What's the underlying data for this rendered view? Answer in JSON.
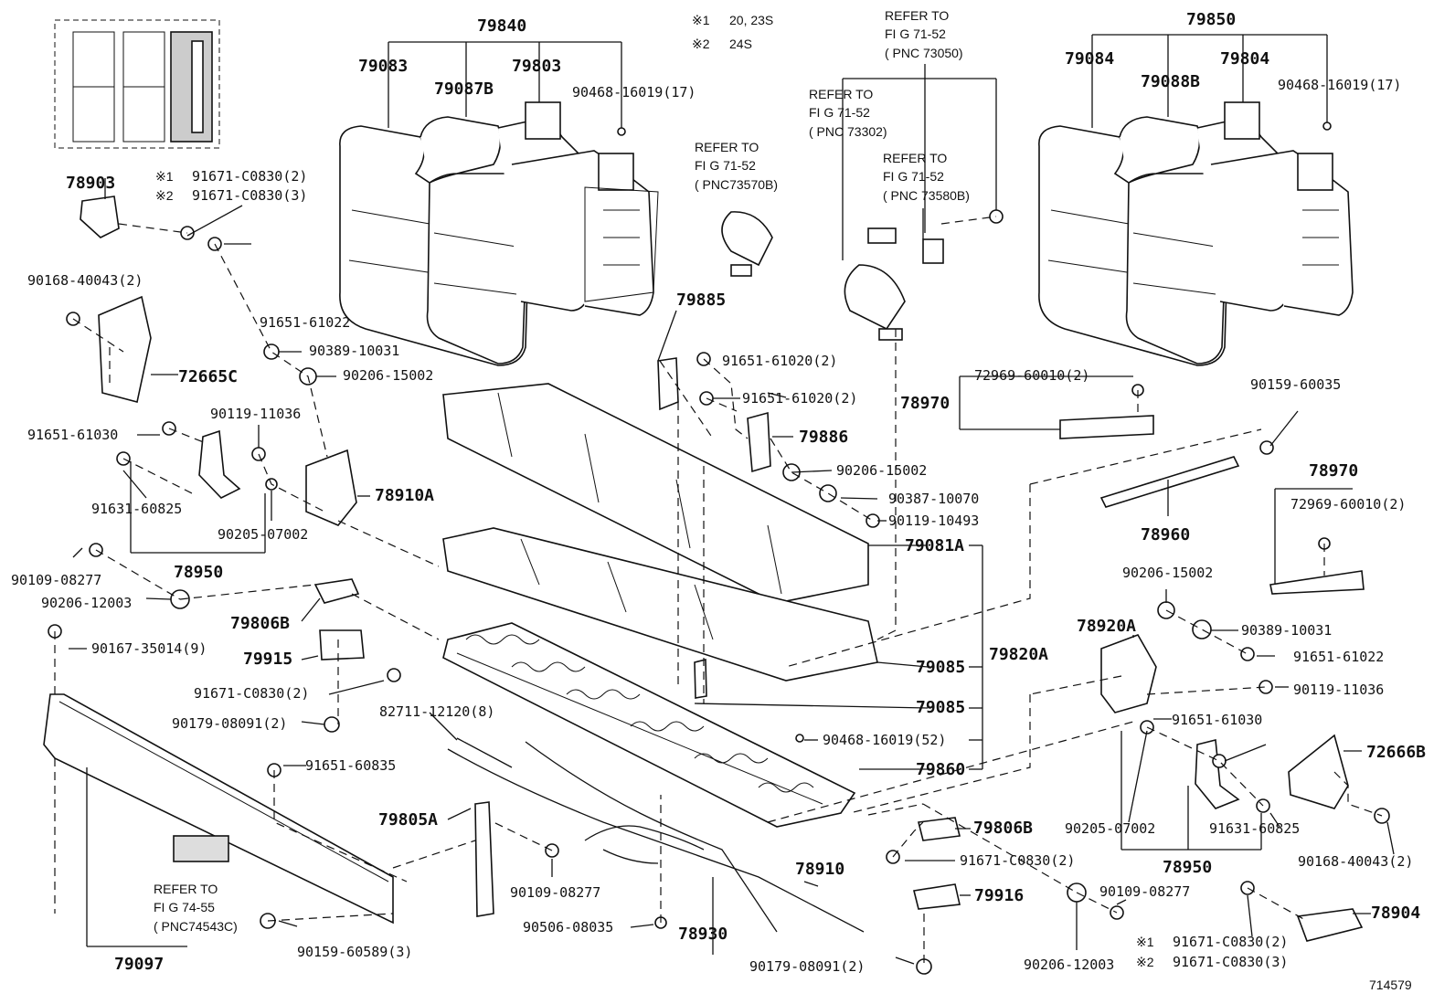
{
  "diagram_number": "714579",
  "notes": [
    {
      "mark": "※1",
      "text": "20, 23S"
    },
    {
      "mark": "※2",
      "text": "24S"
    }
  ],
  "refs": {
    "r7350_1": "REFER TO",
    "r7350_2": "FI G 71-52",
    "r7350_3": "( PNC 73050)",
    "r7330_1": "REFER TO",
    "r7330_2": "FI G 71-52",
    "r7330_3": "( PNC 73302)",
    "r7358_1": "REFER TO",
    "r7358_2": "FI G 71-52",
    "r7358_3": "( PNC 73580B)",
    "r7357_1": "REFER TO",
    "r7357_2": "FI G 71-52",
    "r7357_3": "( PNC73570B)",
    "r7454_1": "REFER TO",
    "r7454_2": "FI G 74-55",
    "r7454_3": "( PNC74543C)"
  },
  "labels": {
    "p79840": "79840",
    "p79850": "79850",
    "p79083": "79083",
    "p79087B": "79087B",
    "p79803": "79803",
    "p79084": "79084",
    "p79088B": "79088B",
    "p79804": "79804",
    "p90468a": "90468-16019(17)",
    "p90468b": "90468-16019(17)",
    "p78903": "78903",
    "n1_91671": "91671-C0830(2)",
    "n2_91671": "91671-C0830(3)",
    "p90168a": "90168-40043(2)",
    "p91651_61022a": "91651-61022",
    "p90389a": "90389-10031",
    "p90206a": "90206-15002",
    "p72665C": "72665C",
    "p90119_11036a": "90119-11036",
    "p91651_61030a": "91651-61030",
    "p91631a": "91631-60825",
    "p78910A": "78910A",
    "p90205a": "90205-07002",
    "p78950a": "78950",
    "p90109a": "90109-08277",
    "p90206_12003a": "90206-12003",
    "p79806Ba": "79806B",
    "p90167": "90167-35014(9)",
    "p79915": "79915",
    "p91671_2a": "91671-C0830(2)",
    "p90179a": "90179-08091(2)",
    "p91651_60835": "91651-60835",
    "p82711": "82711-12120(8)",
    "p79805A": "79805A",
    "p90109b": "90109-08277",
    "p90506": "90506-08035",
    "p78910": "78910",
    "p78930": "78930",
    "p79097": "79097",
    "p90159_60589": "90159-60589(3)",
    "p90179b": "90179-08091(2)",
    "p79885": "79885",
    "p91651_61020a": "91651-61020(2)",
    "p91651_61020b": "91651-61020(2)",
    "p79886": "79886",
    "p90206_15002b": "90206-15002",
    "p90387": "90387-10070",
    "p90119_10493": "90119-10493",
    "p79081A": "79081A",
    "p79820A": "79820A",
    "p79085a": "79085",
    "p79085b": "79085",
    "p90468_52": "90468-16019(52)",
    "p79860": "79860",
    "p79806Bb": "79806B",
    "p91671_2b": "91671-C0830(2)",
    "p79916": "79916",
    "p90109c": "90109-08277",
    "p90206_12003b": "90206-12003",
    "p72969a": "72969-60010(2)",
    "p78970a": "78970",
    "p90159_60035": "90159-60035",
    "p78960": "78960",
    "p78970b": "78970",
    "p72969b": "72969-60010(2)",
    "p90206_15002c": "90206-15002",
    "p78920A": "78920A",
    "p90389b": "90389-10031",
    "p91651_61022b": "91651-61022",
    "p90119_11036b": "90119-11036",
    "p91651_61030b": "91651-61030",
    "p72666B": "72666B",
    "p90205b": "90205-07002",
    "p91631b": "91631-60825",
    "p78950b": "78950",
    "p90168b": "90168-40043(2)",
    "p78904": "78904",
    "n1_91671b": "91671-C0830(2)",
    "n2_91671b": "91671-C0830(3)"
  }
}
